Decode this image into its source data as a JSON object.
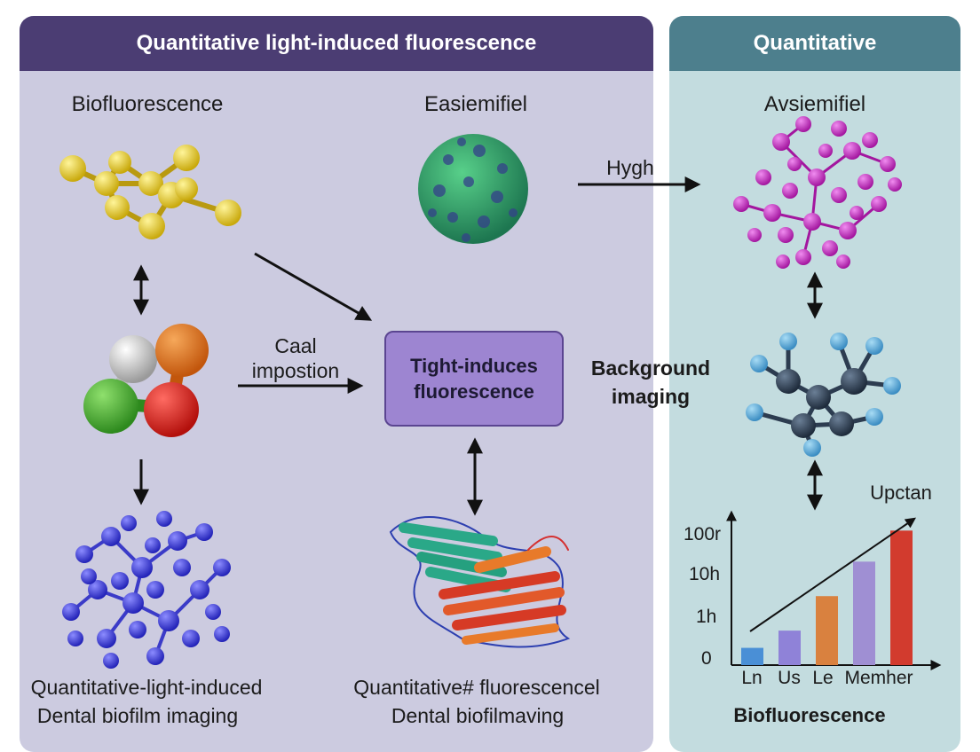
{
  "left_panel": {
    "title": "Quantitative light-induced fluorescence",
    "labels": {
      "biofluorescence": "Biofluorescence",
      "easiemifiel": "Easiemifiel",
      "caal": "Caal",
      "impostion": "impostion",
      "box_line1": "Tight-induces",
      "box_line2": "fluorescence",
      "bottom_left_line1": "Quantitative-light-induced",
      "bottom_left_line2": "Dental biofilm imaging",
      "bottom_mid_line1": "Quantitative# fluorescencel",
      "bottom_mid_line2": "Dental biofilmaving"
    }
  },
  "right_panel": {
    "title": "Quantitative",
    "labels": {
      "avsiemifiel": "Avsiemifiel",
      "hygh": "Hygh",
      "background_line1": "Background",
      "background_line2": "imaging",
      "chart_caption": "Biofluorescence"
    }
  },
  "chart_data": {
    "type": "bar",
    "categories": [
      "Ln",
      "Us",
      "Le",
      "Memher"
    ],
    "y_tick_labels": [
      "0",
      "1h",
      "10h",
      "100r"
    ],
    "trend_label": "Upctan",
    "values": [
      0.5,
      1.0,
      2.0,
      3.0,
      3.9
    ],
    "bar_colors": [
      "#4a8fd6",
      "#8f82d8",
      "#d9813f",
      "#9f8fd3",
      "#d23b2e"
    ],
    "ylim": [
      0,
      4.5
    ]
  },
  "colors": {
    "left_header": "#4b3d73",
    "right_header": "#4d7f8d",
    "left_panel_bg": "#cccbe0",
    "right_panel_bg": "#c3dcdf",
    "process_box": "#9d85d1"
  }
}
